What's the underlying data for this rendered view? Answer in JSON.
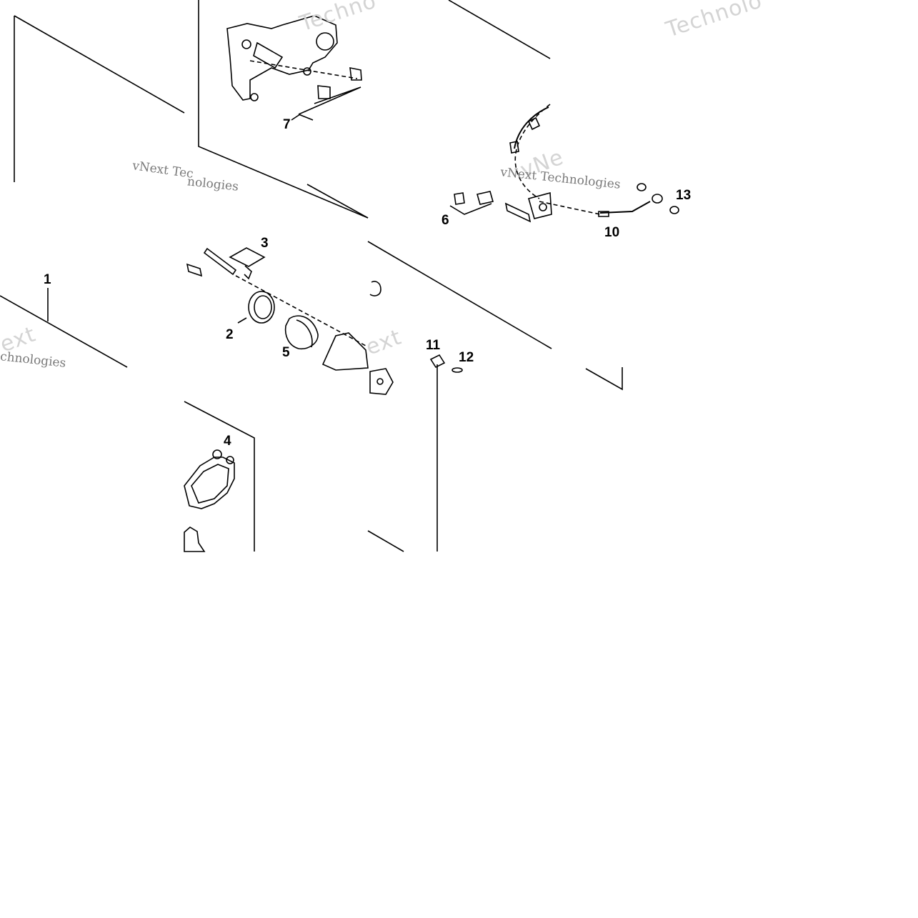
{
  "callouts": {
    "n1": "1",
    "n2": "2",
    "n3": "3",
    "n4": "4",
    "n5": "5",
    "n6": "6",
    "n7": "7",
    "n10": "10",
    "n11": "11",
    "n12": "12",
    "n13": "13"
  },
  "watermarks": {
    "vnext_tec": "vNext Tec",
    "vnext_technologies": "vNext Technologies",
    "technologies_top": "Techno",
    "technologies_top_right": "Technolo",
    "chnologies": "chnologies",
    "ext_left": "ext",
    "ext_center": "ext",
    "vne": "vNe",
    "nologies": "nologies"
  },
  "colors": {
    "line": "#000000",
    "watermark_dark": "#7a7a7a",
    "watermark_light": "#d4d4d4"
  }
}
